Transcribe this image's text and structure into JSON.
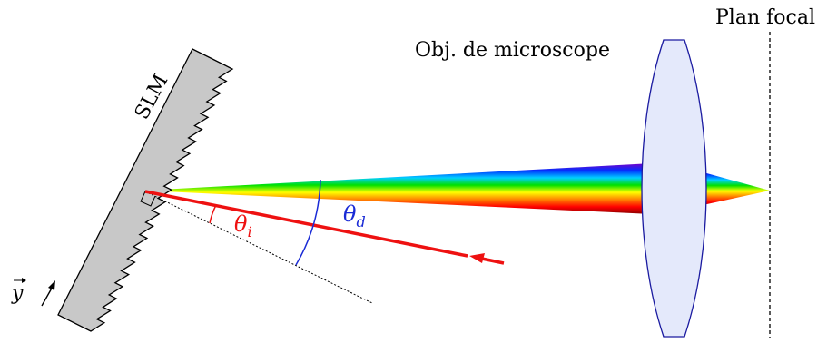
{
  "labels": {
    "slm": "SLM",
    "objective": "Obj. de microscope",
    "focal_plane": "Plan focal",
    "theta_i_symbol": "θ",
    "theta_i_sub": "i",
    "theta_d_symbol": "θ",
    "theta_d_sub": "d",
    "y_vector": "y"
  },
  "colors": {
    "incident_beam": "#ee1111",
    "diffraction_angle": "#1a2bd6",
    "slm_fill": "#c8c8c8",
    "lens_fill": "#e4e9fb",
    "lens_stroke": "#1a1aa0",
    "spectrum": [
      "#8a0000",
      "#ff0000",
      "#ff8000",
      "#ffff00",
      "#00e000",
      "#00cfff",
      "#0030ff",
      "#7a00c8"
    ]
  }
}
